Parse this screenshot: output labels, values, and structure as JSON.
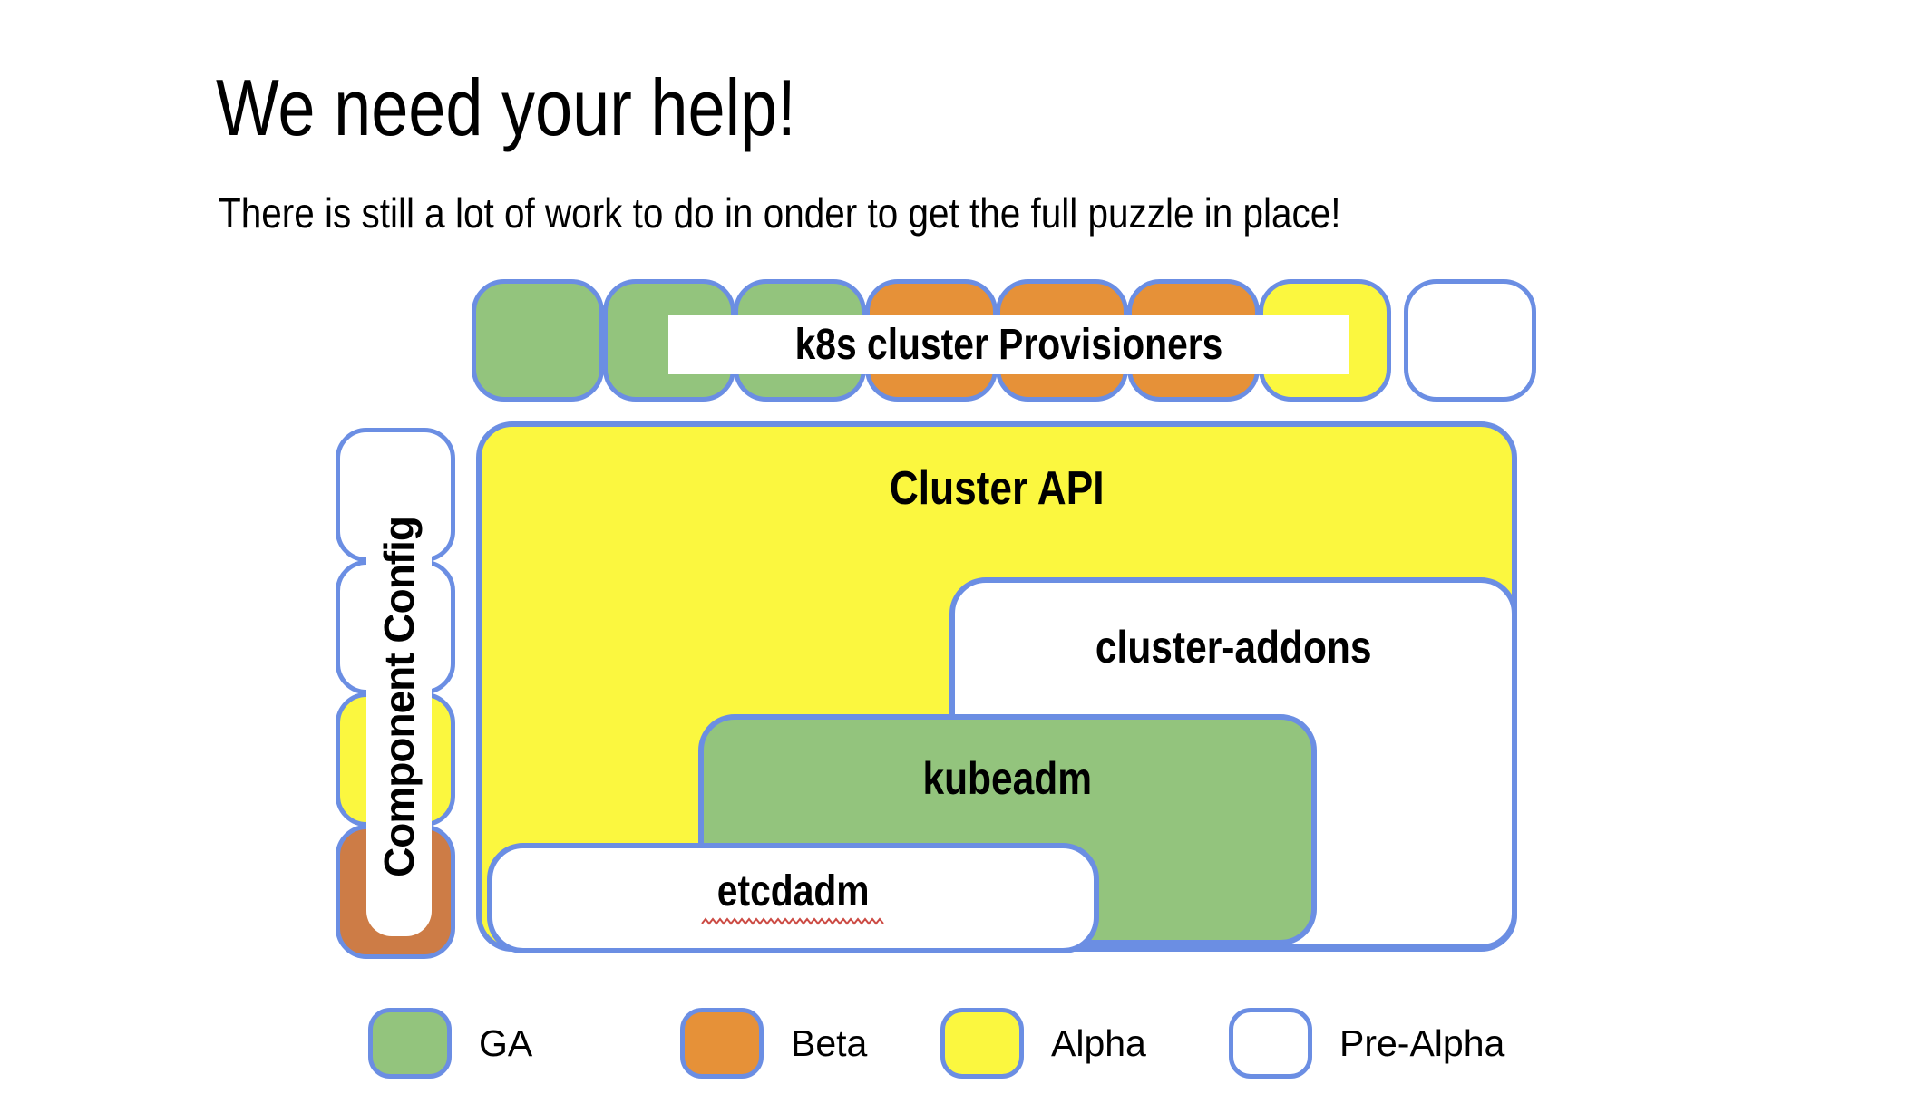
{
  "header": {
    "title": "We need your help!",
    "subtitle": "There is still a lot of work to do in onder to get the full puzzle in place!"
  },
  "diagram": {
    "provisioners": {
      "label": "k8s cluster Provisioners",
      "squares": [
        {
          "status": "ga"
        },
        {
          "status": "ga"
        },
        {
          "status": "ga"
        },
        {
          "status": "beta"
        },
        {
          "status": "beta"
        },
        {
          "status": "beta"
        },
        {
          "status": "alpha"
        },
        {
          "status": "pre_alpha"
        }
      ]
    },
    "component_config": {
      "label": "Component Config",
      "squares": [
        {
          "status": "pre_alpha"
        },
        {
          "status": "pre_alpha"
        },
        {
          "status": "alpha"
        },
        {
          "status": "beta",
          "fill": "#cd7c46"
        }
      ]
    },
    "cluster_api": {
      "label": "Cluster API",
      "status": "alpha"
    },
    "cluster_addons": {
      "label": "cluster-addons",
      "status": "pre_alpha"
    },
    "kubeadm": {
      "label": "kubeadm",
      "status": "ga"
    },
    "etcdadm": {
      "label": "etcdadm",
      "status": "pre_alpha",
      "spellcheck_underline": true
    }
  },
  "legend": {
    "items": [
      {
        "label": "GA",
        "status": "ga"
      },
      {
        "label": "Beta",
        "status": "beta"
      },
      {
        "label": "Alpha",
        "status": "alpha"
      },
      {
        "label": "Pre-Alpha",
        "status": "pre_alpha"
      }
    ]
  },
  "colors": {
    "border_blue": "#6b8ee3",
    "status_fill": {
      "ga": "#93c47d",
      "beta": "#e69138",
      "alpha": "#fbf73f",
      "pre_alpha": "#ffffff"
    },
    "squiggle_red": "#cc4b44",
    "text": "#000000"
  }
}
